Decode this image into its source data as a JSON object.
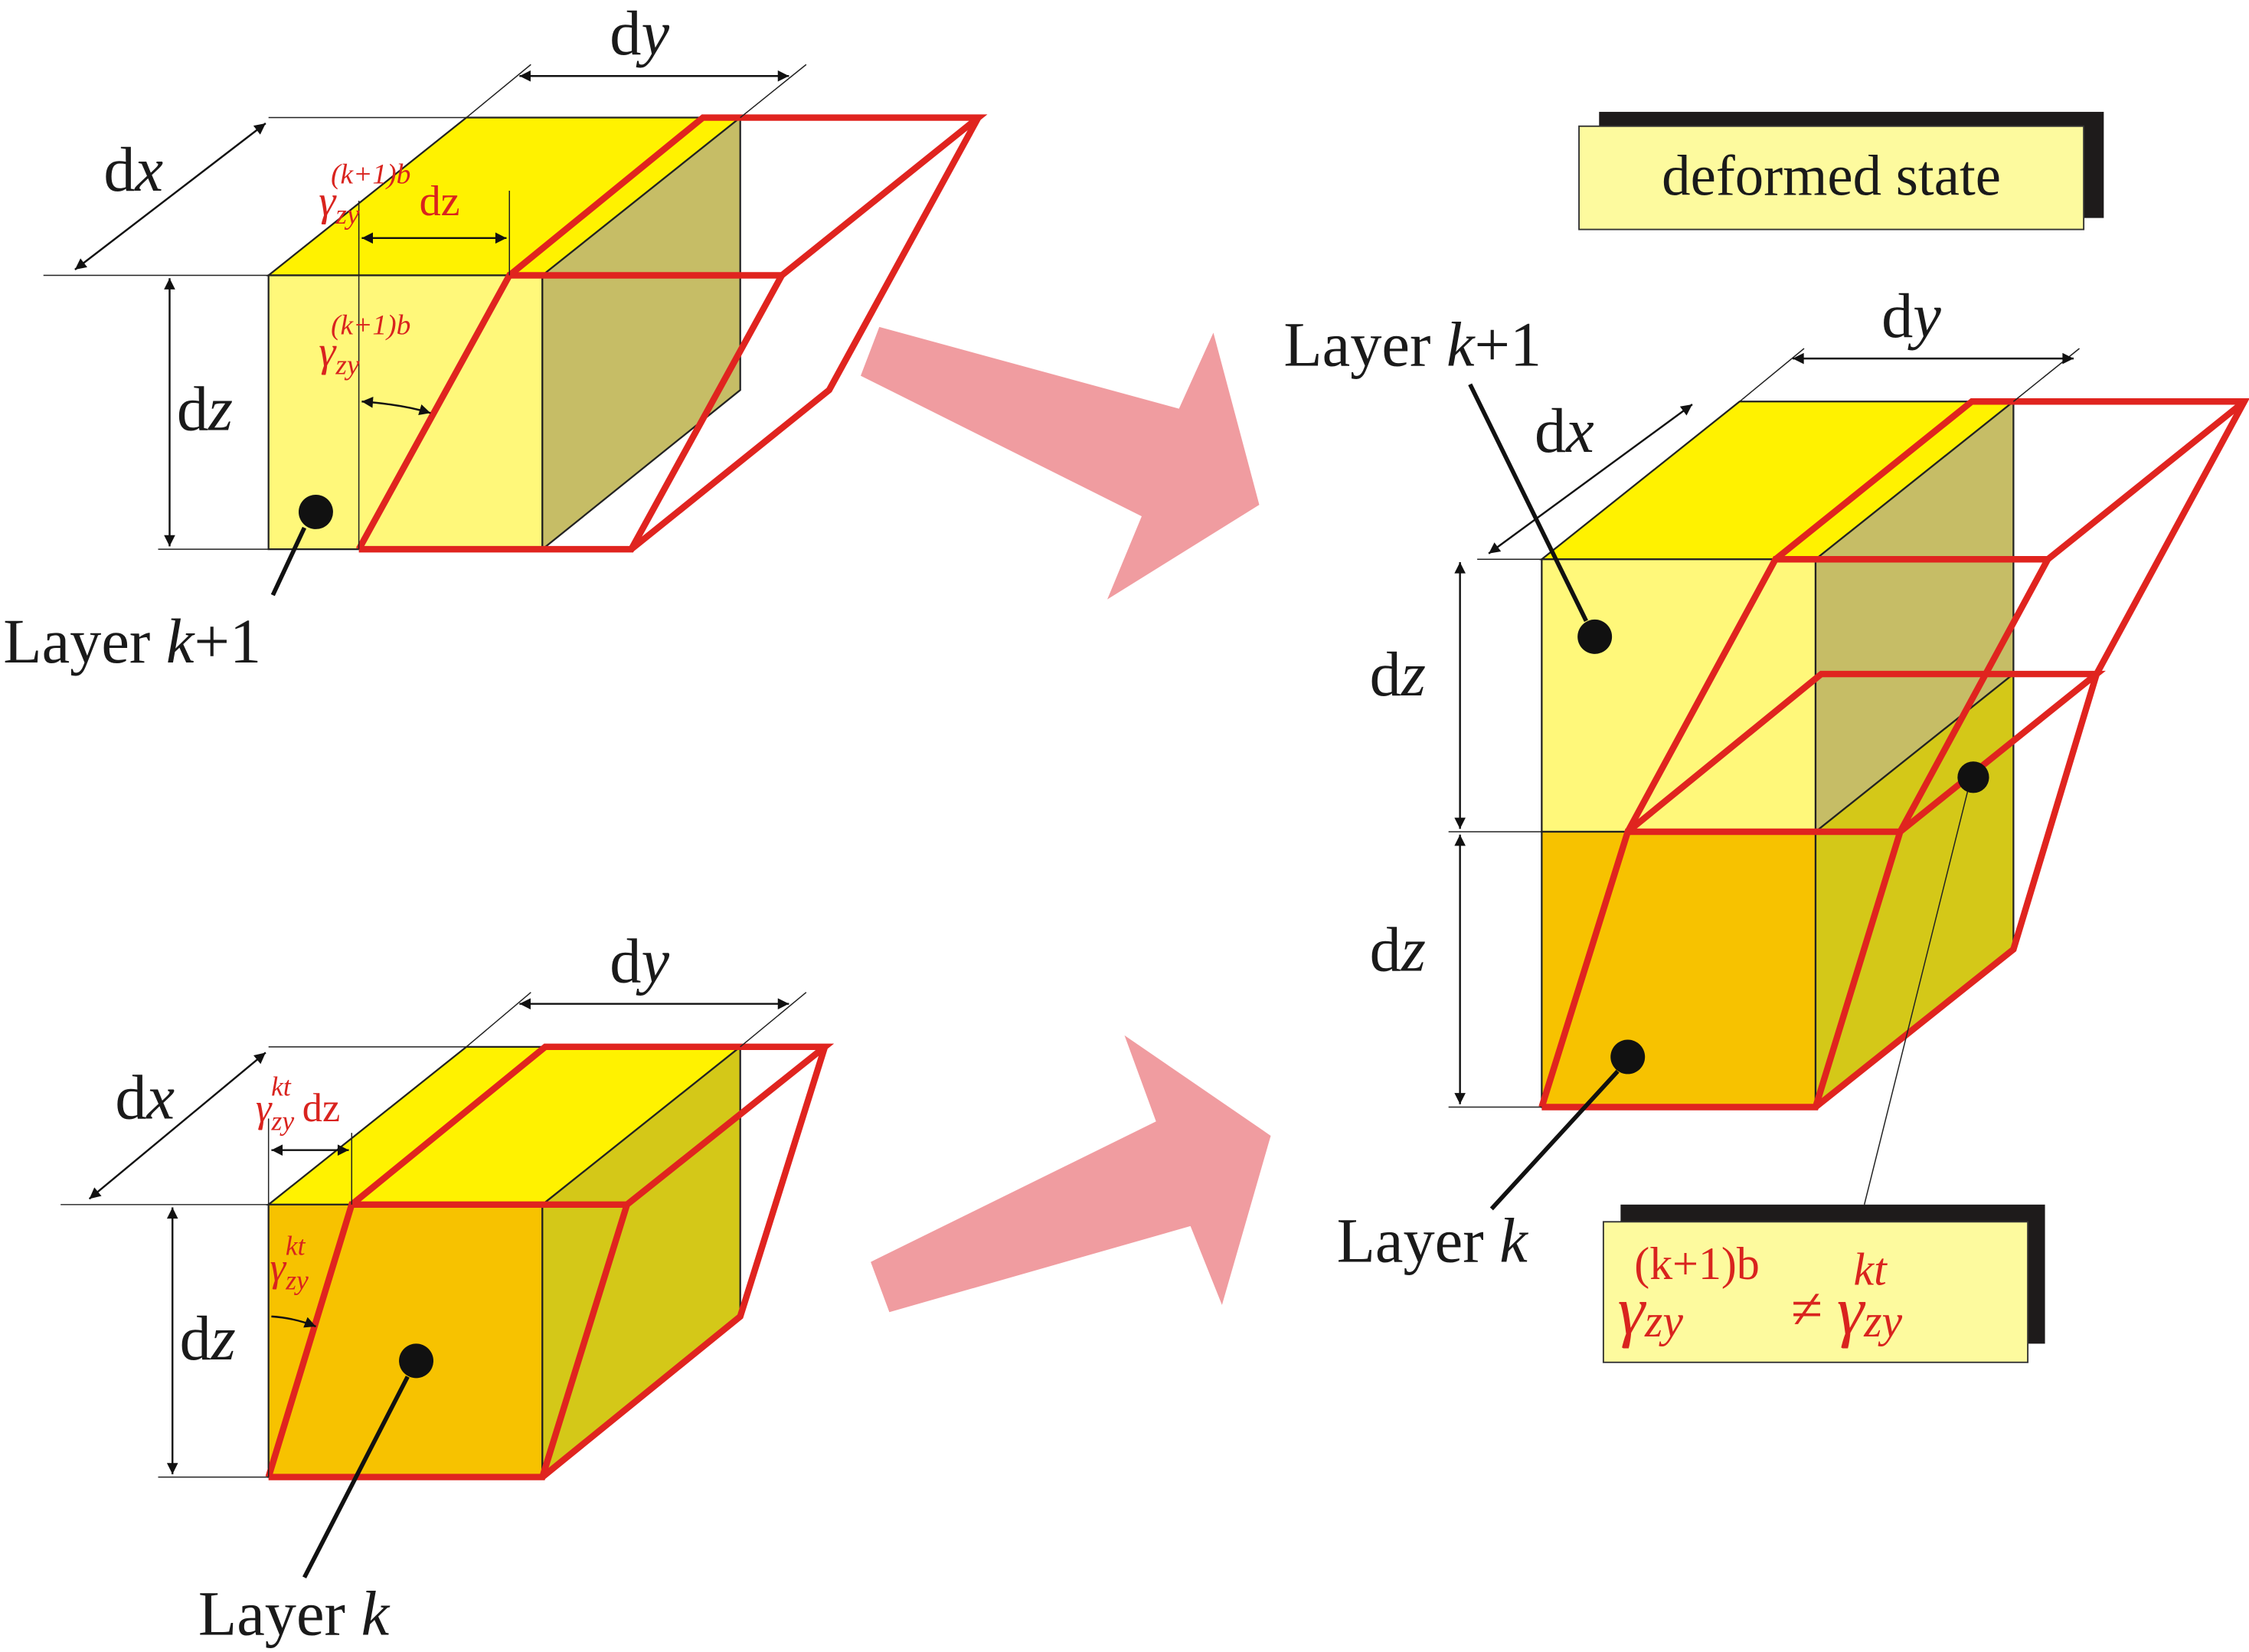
{
  "colors": {
    "red": "#e0241f",
    "top_yellow": "#fff200",
    "front_light": "#fff87a",
    "side_olive": "#c6bd66",
    "front_orange": "#f7c200",
    "side_k": "#d4c818",
    "arrow_pink": "#f09ca0",
    "box": "#fdfa9e"
  },
  "dims": {
    "d": "d",
    "x": "x",
    "y": "y",
    "z": "z"
  },
  "layers": {
    "word": "Layer",
    "k": "k",
    "plus1": "+1"
  },
  "gamma": {
    "symbol": "γ",
    "sub": "zy",
    "sup_b": "(k+1)b",
    "sup_t": "kt",
    "dz": "dz",
    "neq": "≠"
  },
  "deformed_label": "deformed state"
}
